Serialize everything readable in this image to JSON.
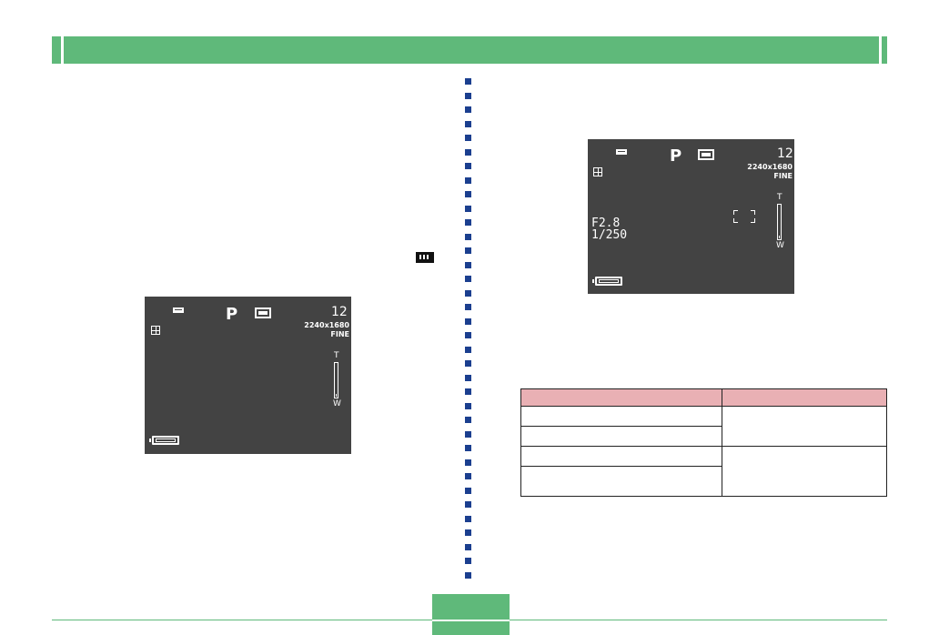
{
  "colors": {
    "header_green": "#5fb97a",
    "divider_blue": "#1b3f8f",
    "screen_gray": "#434343",
    "table_header_pink": "#e9b0b4"
  },
  "screen_left": {
    "mode": "P",
    "shots_remaining": "12",
    "resolution": "2240x1680",
    "quality": "FINE",
    "zoom_tele": "T",
    "zoom_wide": "W"
  },
  "screen_right": {
    "mode": "P",
    "shots_remaining": "12",
    "resolution": "2240x1680",
    "quality": "FINE",
    "zoom_tele": "T",
    "zoom_wide": "W",
    "aperture": "F2.8",
    "shutter_speed": "1/250"
  },
  "table": {
    "headers": [
      "",
      ""
    ],
    "rows": [
      [
        "",
        ""
      ],
      [
        "",
        ""
      ],
      [
        "",
        ""
      ],
      [
        "",
        ""
      ]
    ]
  },
  "footer": {
    "page_number": ""
  }
}
